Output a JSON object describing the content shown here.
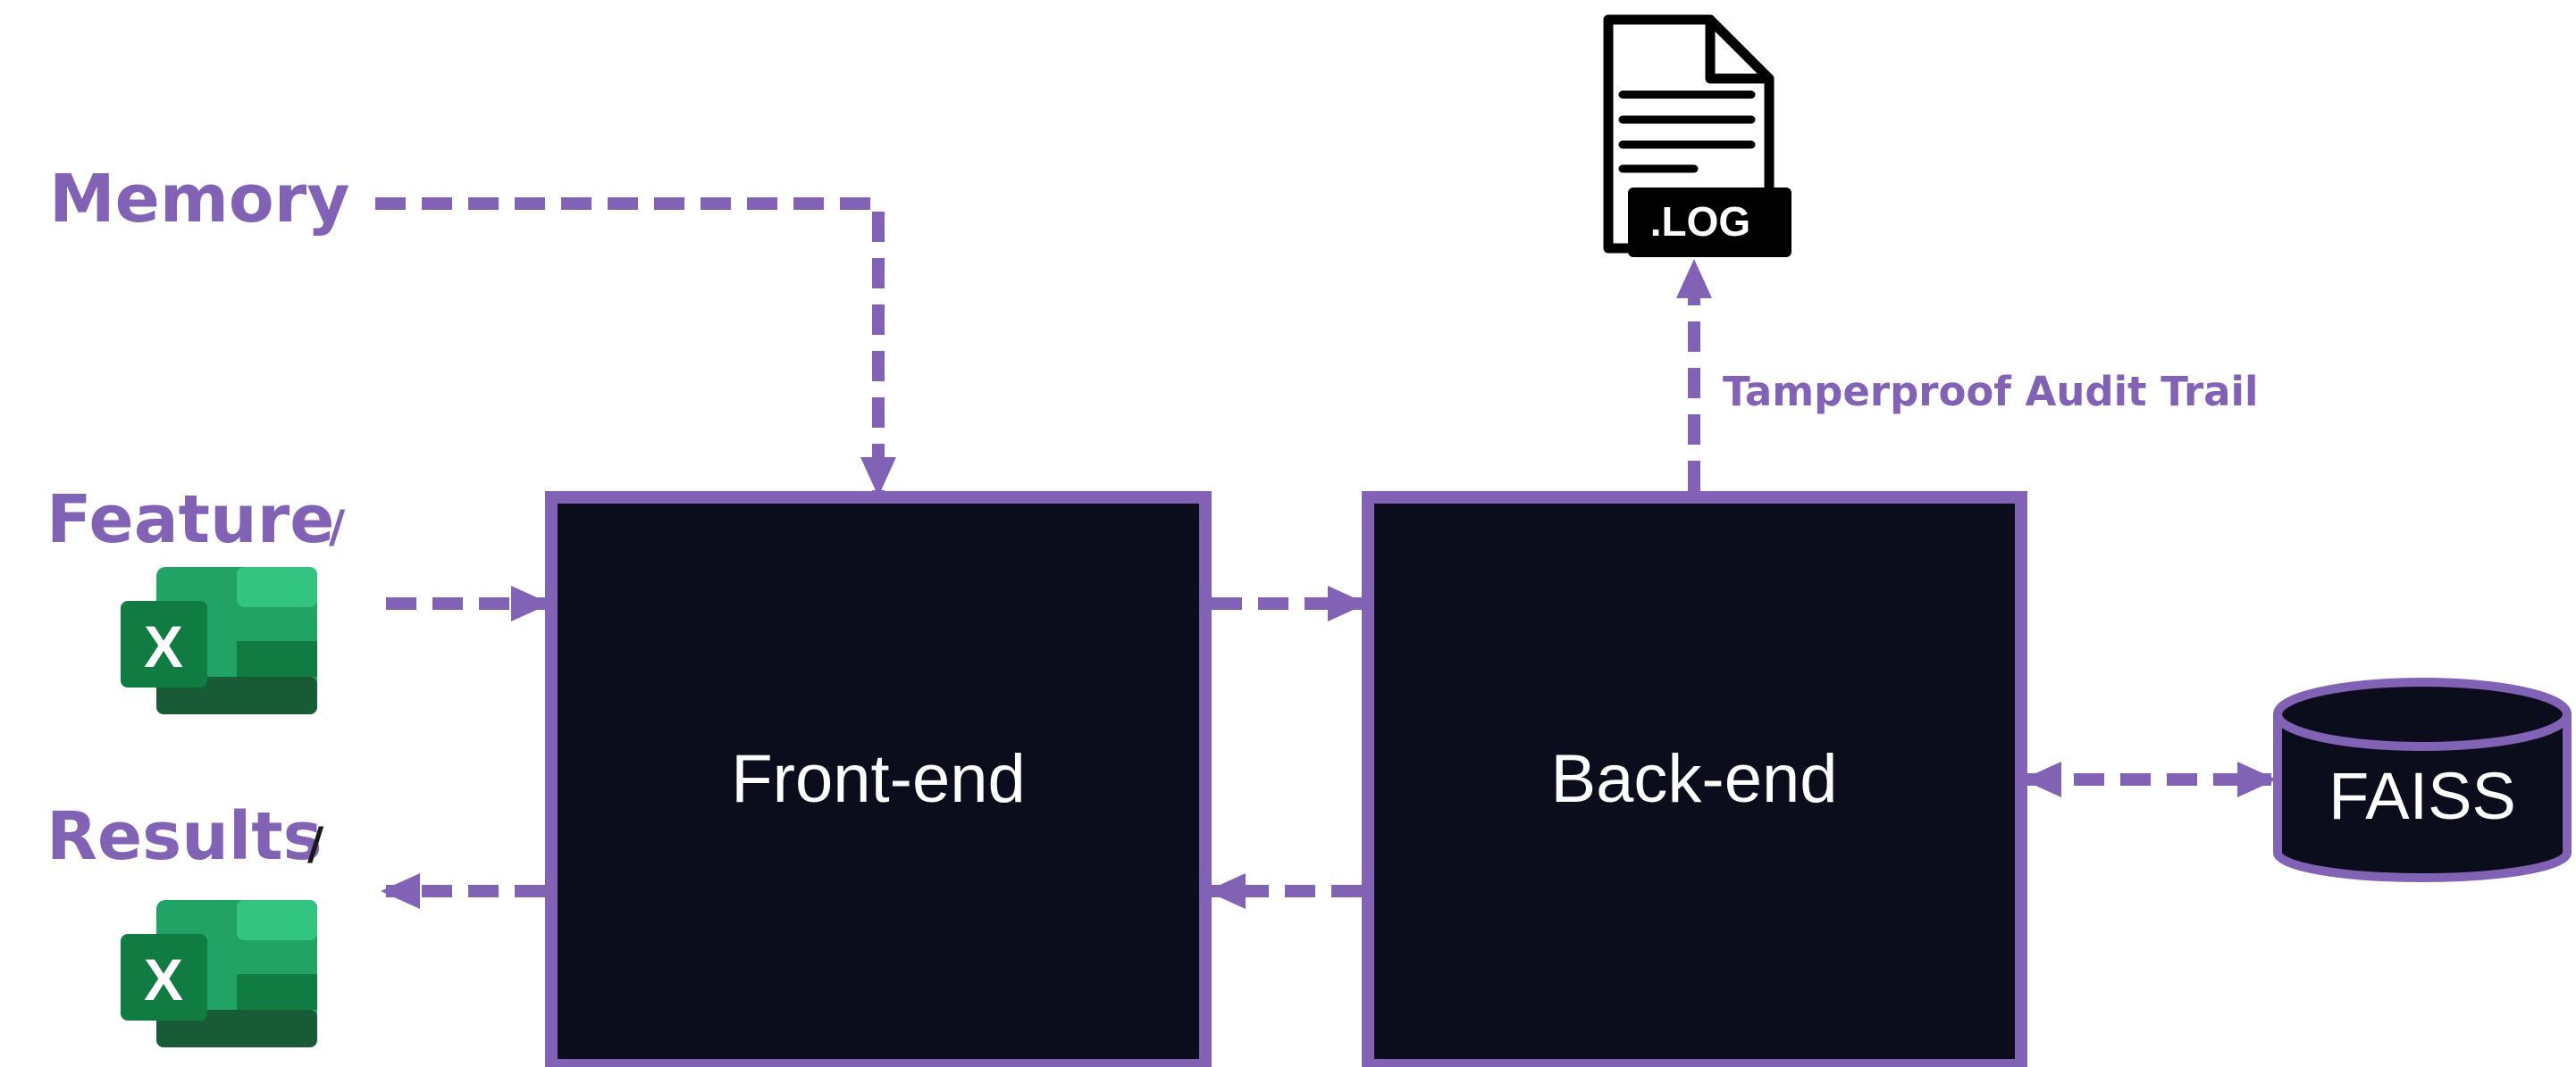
{
  "colors": {
    "accent": "#8162b5",
    "box_fill": "#0b0c1c",
    "excel_dark_green": "#185c37",
    "excel_mid_green": "#21a366",
    "excel_light_green": "#33c481",
    "excel_badge_green": "#107c41",
    "log_black": "#000000"
  },
  "labels": {
    "memory": "Memory",
    "feature": "Feature",
    "feature_slash": "/",
    "results": "Results",
    "results_slash": "/",
    "audit_trail": "Tamperproof Audit Trail"
  },
  "boxes": {
    "frontend": "Front-end",
    "backend": "Back-end"
  },
  "database": {
    "label": "FAISS"
  },
  "log_icon": {
    "extension": ".LOG",
    "icon": "log-file-icon"
  },
  "excel_icons": {
    "glyph": "X",
    "icon": "excel-icon"
  }
}
